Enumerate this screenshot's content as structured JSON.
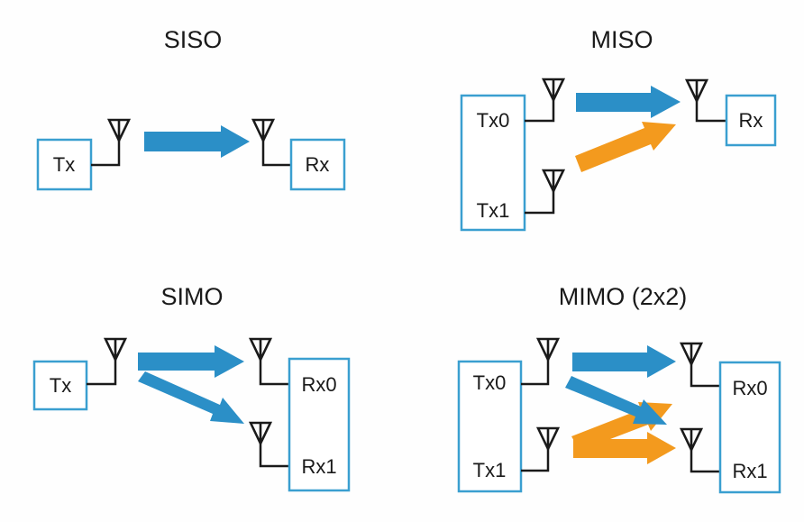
{
  "colors": {
    "box_border": "#3a9fd0",
    "blue_arrow": "#2b8fc7",
    "orange_arrow": "#f39a1e",
    "wire": "#1a1a1a"
  },
  "panels": {
    "siso": {
      "title": "SISO",
      "tx": "Tx",
      "rx": "Rx"
    },
    "miso": {
      "title": "MISO",
      "tx0": "Tx0",
      "tx1": "Tx1",
      "rx": "Rx"
    },
    "simo": {
      "title": "SIMO",
      "tx": "Tx",
      "rx0": "Rx0",
      "rx1": "Rx1"
    },
    "mimo": {
      "title": "MIMO (2x2)",
      "tx0": "Tx0",
      "tx1": "Tx1",
      "rx0": "Rx0",
      "rx1": "Rx1"
    }
  },
  "icons": {
    "antenna": "antenna-icon",
    "arrow": "signal-arrow"
  }
}
